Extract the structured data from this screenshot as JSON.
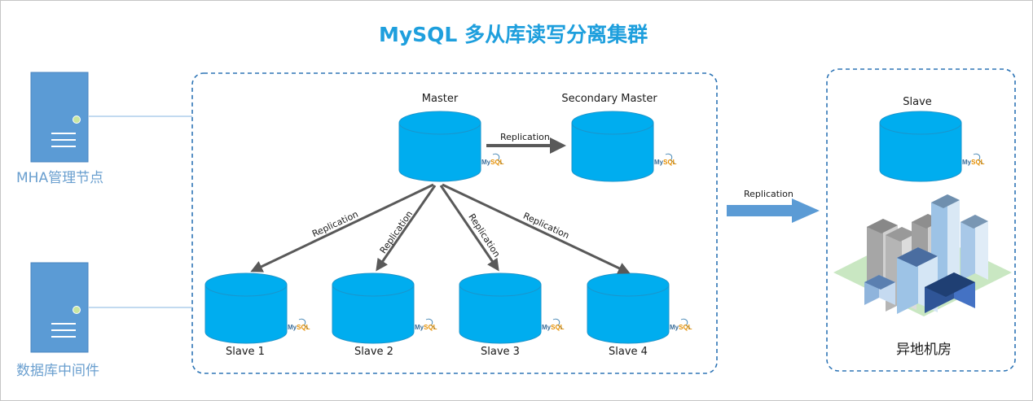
{
  "title": "MySQL 多从库读写分离集群",
  "servers": {
    "mha": {
      "label": "MHA管理节点"
    },
    "middleware": {
      "label": "数据库中间件"
    }
  },
  "cluster": {
    "master": {
      "label": "Master",
      "logo": "MySQL"
    },
    "secondary_master": {
      "label": "Secondary Master",
      "logo": "MySQL"
    },
    "slaves": [
      {
        "label": "Slave 1",
        "logo": "MySQL"
      },
      {
        "label": "Slave 2",
        "logo": "MySQL"
      },
      {
        "label": "Slave 3",
        "logo": "MySQL"
      },
      {
        "label": "Slave 4",
        "logo": "MySQL"
      }
    ]
  },
  "remote": {
    "slave": {
      "label": "Slave",
      "logo": "MySQL"
    },
    "site_label": "异地机房",
    "site_icon": "city-buildings-icon"
  },
  "replication_label": "Replication",
  "colors": {
    "database": "#00adef",
    "database_edge": "#1a95cc",
    "server": "#5b9bd5",
    "cluster_border": "#2e75b6",
    "arrow": "#595959",
    "big_arrow": "#5b9bd5",
    "title": "#1e9fdd"
  }
}
